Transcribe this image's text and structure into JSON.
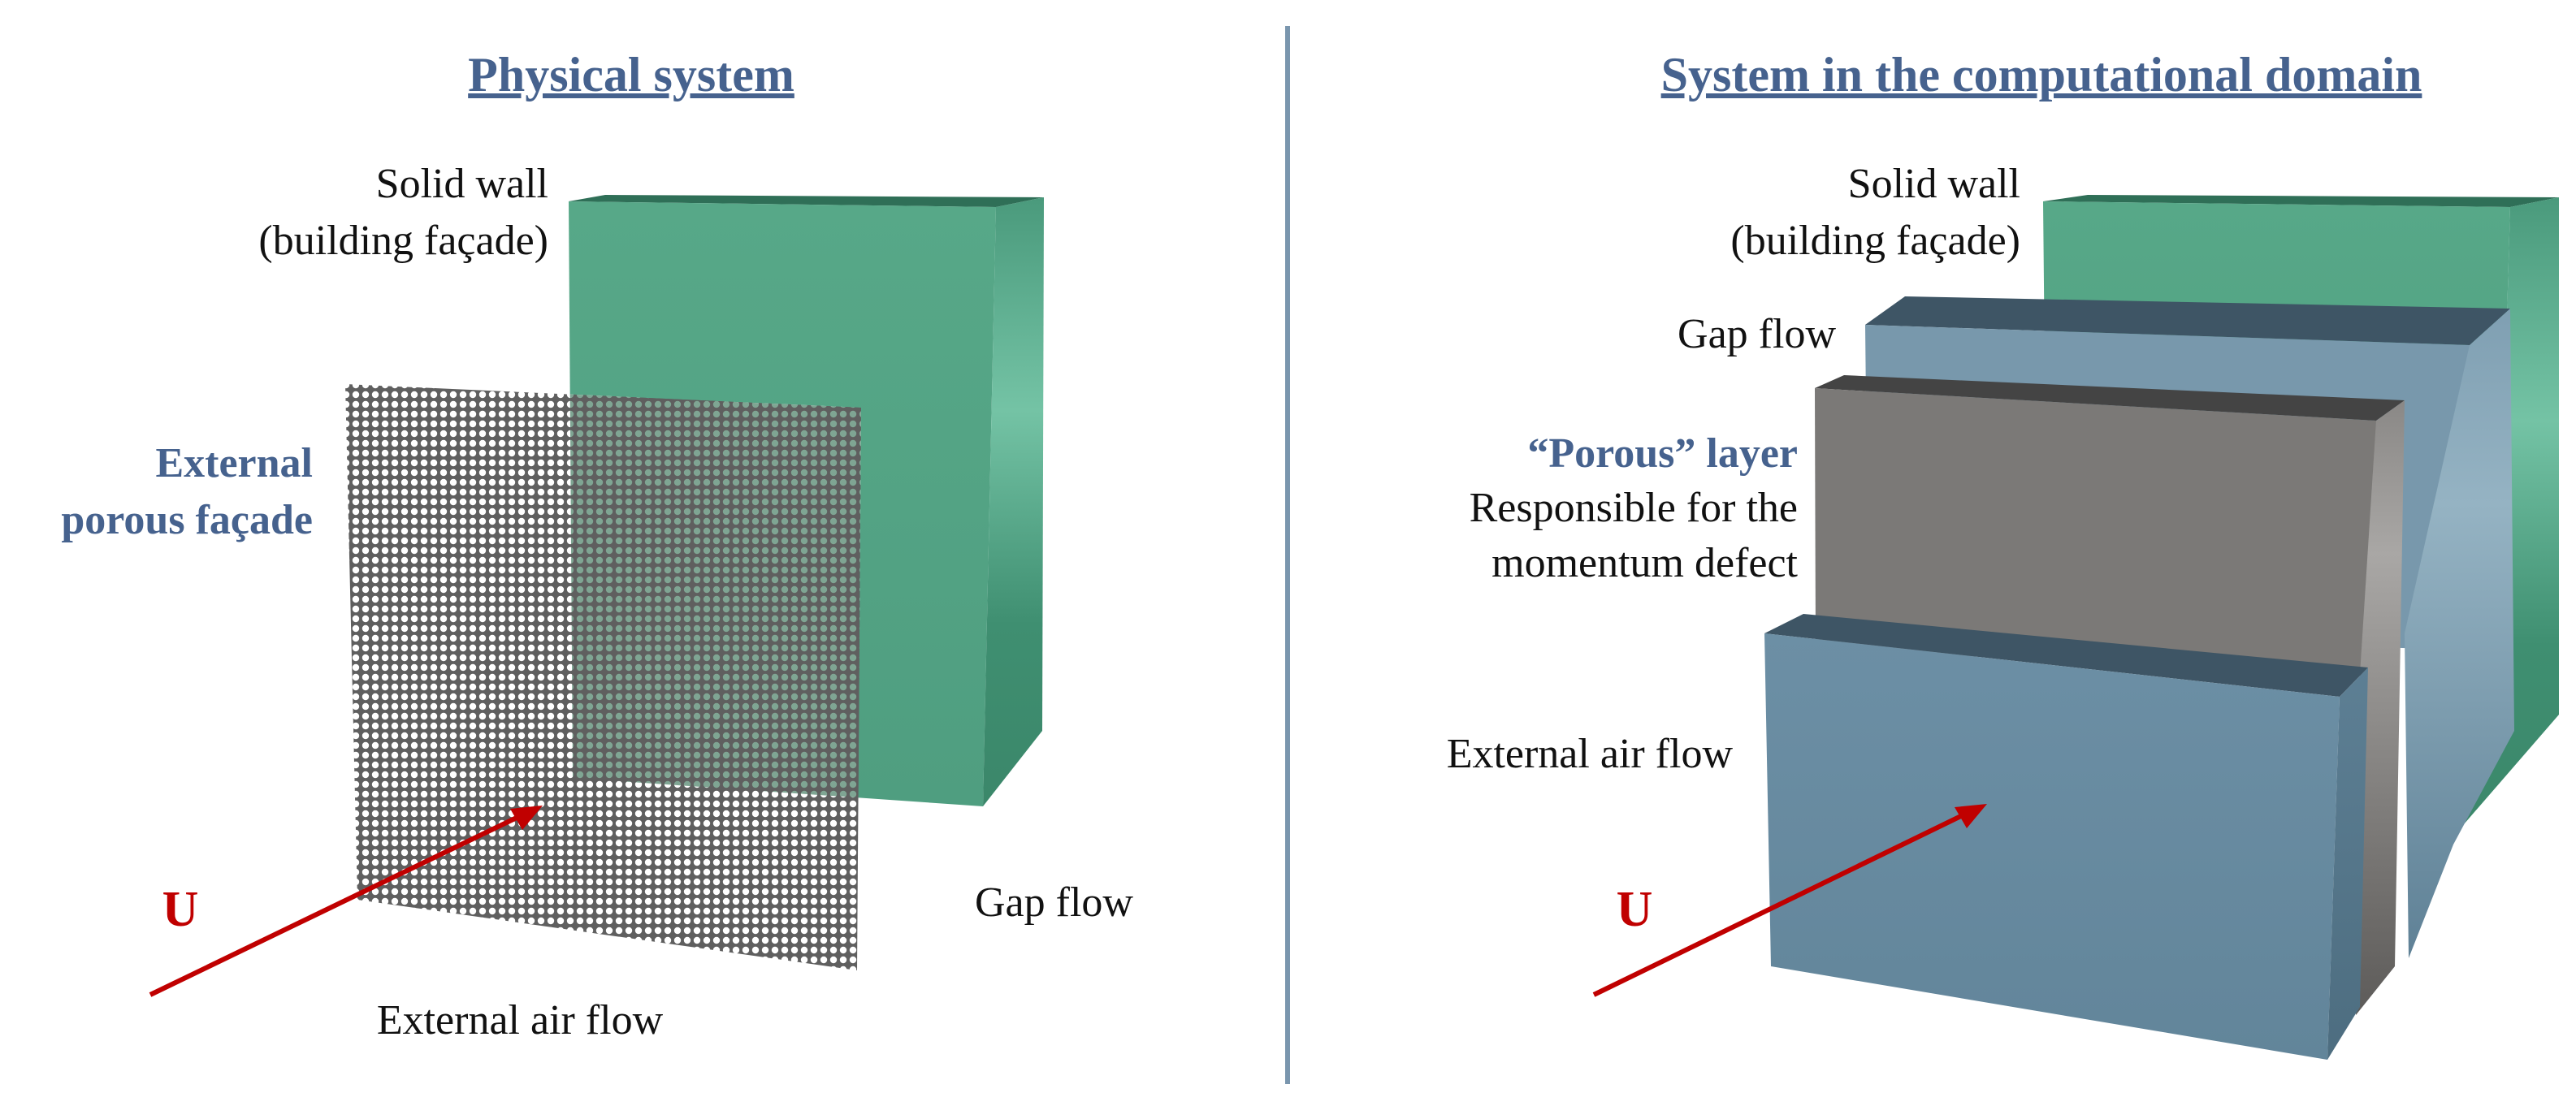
{
  "left_panel": {
    "title": "Physical system",
    "solid_wall_line1": "Solid wall",
    "solid_wall_line2": "(building façade)",
    "porous_line1": "External",
    "porous_line2": "porous façade",
    "velocity": "U",
    "gap_flow": "Gap flow",
    "external_air_flow": "External air flow"
  },
  "right_panel": {
    "title": "System in the computational domain",
    "solid_wall_line1": "Solid wall",
    "solid_wall_line2": "(building façade)",
    "gap_flow": "Gap flow",
    "porous_layer": "“Porous” layer",
    "responsible_line1": "Responsible for the",
    "responsible_line2": "momentum defect",
    "external_air_flow": "External air flow",
    "velocity": "U"
  },
  "colors": {
    "title": "#46628e",
    "accent_blue_label": "#46628e",
    "velocity_arrow": "#c00000",
    "wall_green": "#52a585",
    "gap_blue": "#7a9cb0",
    "porous_grey": "#7d7b79",
    "external_blue": "#688ba0",
    "divider": "#7a96ae"
  }
}
